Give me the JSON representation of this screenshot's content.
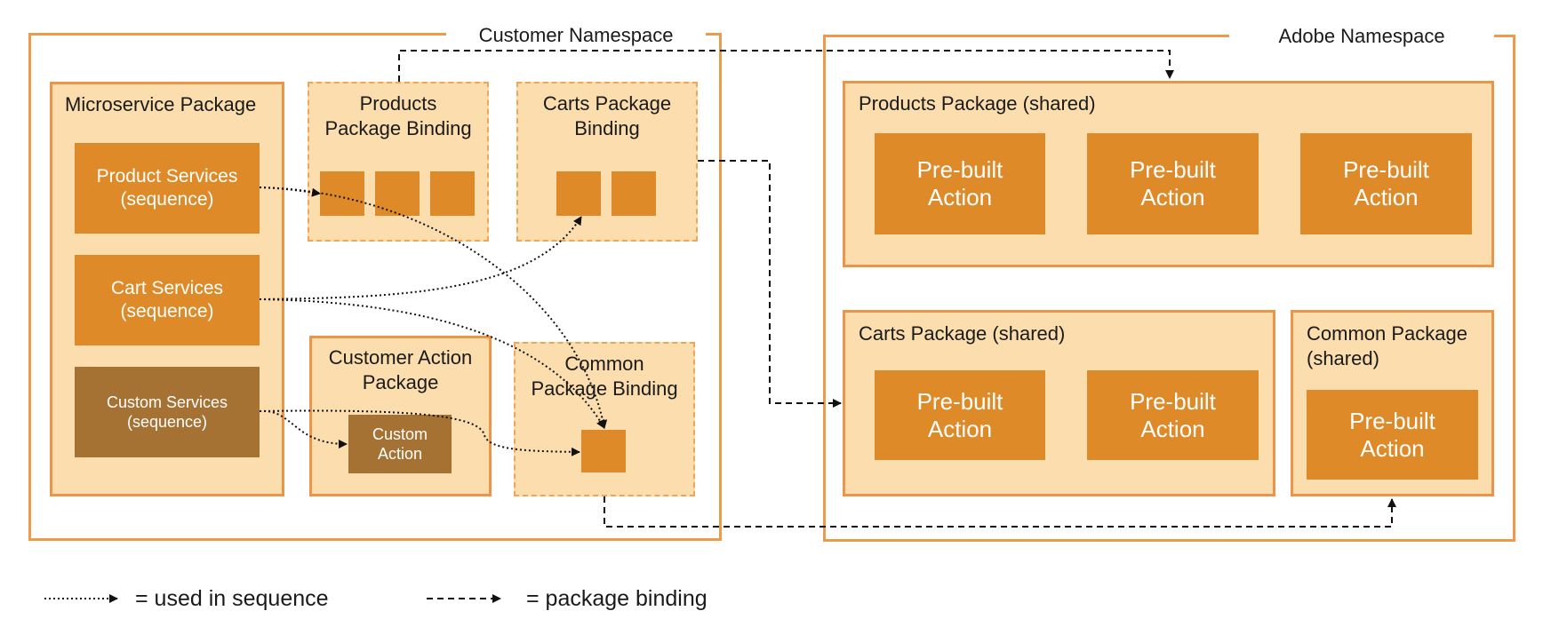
{
  "customer_namespace": {
    "title": "Customer Namespace",
    "microservice_package": {
      "title": "Microservice Package",
      "services": [
        {
          "label": "Product Services\n(sequence)"
        },
        {
          "label": "Cart Services\n(sequence)"
        },
        {
          "label": "Custom Services\n(sequence)"
        }
      ]
    },
    "products_binding": {
      "title": "Products\nPackage Binding"
    },
    "carts_binding": {
      "title": "Carts Package\nBinding"
    },
    "customer_action_package": {
      "title": "Customer Action\nPackage",
      "action": "Custom\nAction"
    },
    "common_binding": {
      "title": "Common\nPackage Binding"
    }
  },
  "adobe_namespace": {
    "title": "Adobe Namespace",
    "products_package": {
      "title": "Products Package (shared)",
      "actions": [
        "Pre-built\nAction",
        "Pre-built\nAction",
        "Pre-built\nAction"
      ]
    },
    "carts_package": {
      "title": "Carts Package (shared)",
      "actions": [
        "Pre-built\nAction",
        "Pre-built\nAction"
      ]
    },
    "common_package": {
      "title": "Common Package\n(shared)",
      "actions": [
        "Pre-built\nAction"
      ]
    }
  },
  "legend": {
    "sequence_label": "= used in sequence",
    "binding_label": "= package binding"
  },
  "colors": {
    "outline": "#EE9A4B",
    "package_fill": "#FBDDAE",
    "service_fill": "#DF8A28",
    "custom_fill": "#A57234"
  }
}
